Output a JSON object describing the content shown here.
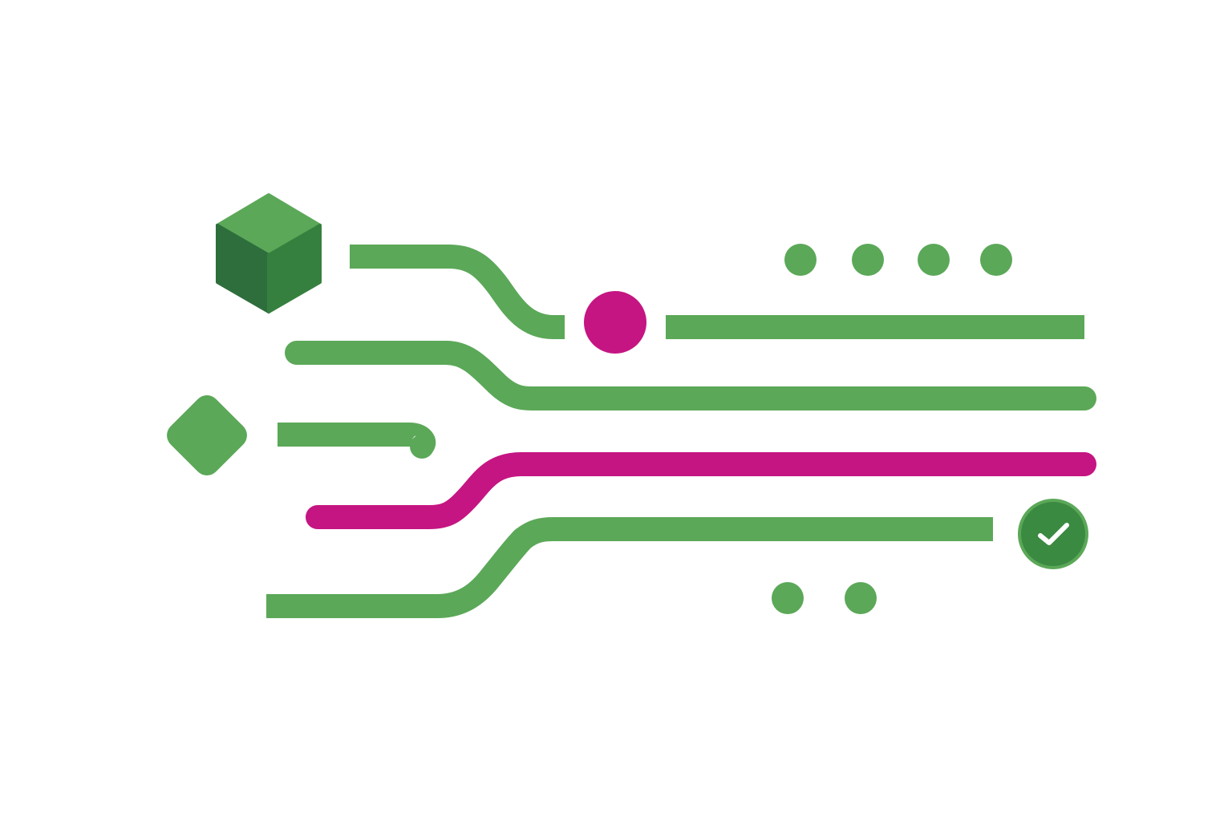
{
  "colors": {
    "background": "#ffffff",
    "green": "#5ba858",
    "dark_green": "#3a8a41",
    "cube_top": "#5ba858",
    "cube_left": "#2e6e3c",
    "cube_right": "#36803f",
    "magenta": "#c51582",
    "check_mark": "#ffffff"
  },
  "icons": {
    "cube": "cube-icon",
    "diamond": "diamond-icon",
    "check": "check-circle-icon",
    "node": "magenta-node-icon"
  },
  "lanes": [
    {
      "name": "lane-1",
      "color": "green",
      "has_node": true
    },
    {
      "name": "lane-2",
      "color": "green"
    },
    {
      "name": "lane-3",
      "color": "green",
      "stub": true
    },
    {
      "name": "lane-4",
      "color": "magenta",
      "highlighted": true
    },
    {
      "name": "lane-5",
      "color": "green",
      "ends_in_check": true
    }
  ],
  "dot_groups": [
    {
      "name": "top-dots",
      "count": 4
    },
    {
      "name": "bottom-dots",
      "count": 2
    }
  ]
}
